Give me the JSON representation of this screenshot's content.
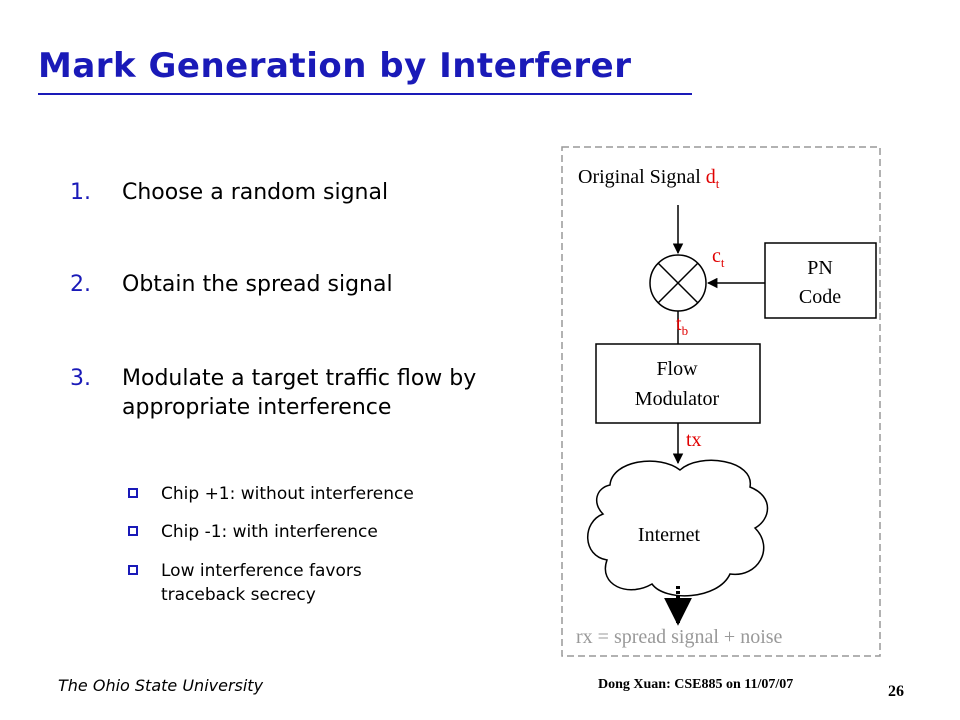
{
  "slide": {
    "title": "Mark Generation by Interferer",
    "steps": [
      {
        "num": "1.",
        "text": "Choose a random signal"
      },
      {
        "num": "2.",
        "text": "Obtain the spread signal"
      },
      {
        "num": "3.",
        "text": "Modulate a target traffic flow by appropriate interference"
      }
    ],
    "sub_bullets": [
      {
        "text": "Chip +1: without interference"
      },
      {
        "text": "Chip -1:  with interference"
      },
      {
        "text": "Low interference favors traceback secrecy"
      }
    ]
  },
  "diagram": {
    "original_signal": "Original Signal ",
    "d_main": "d",
    "d_sub": "t",
    "c_main": "c",
    "c_sub": "t",
    "t_main": "t",
    "t_sub": "b",
    "pn_line1": "PN",
    "pn_line2": "Code",
    "flow_line1": "Flow",
    "flow_line2": "Modulator",
    "tx_label": "tx",
    "cloud_label": "Internet",
    "rx_label": "rx = spread signal + noise",
    "colors": {
      "red": "#e00000",
      "gray": "#999999",
      "box_border": "#000000"
    }
  },
  "footer": {
    "institution": "The Ohio State University",
    "author": "Dong Xuan: CSE885 on 11/07/07",
    "page": "26"
  }
}
